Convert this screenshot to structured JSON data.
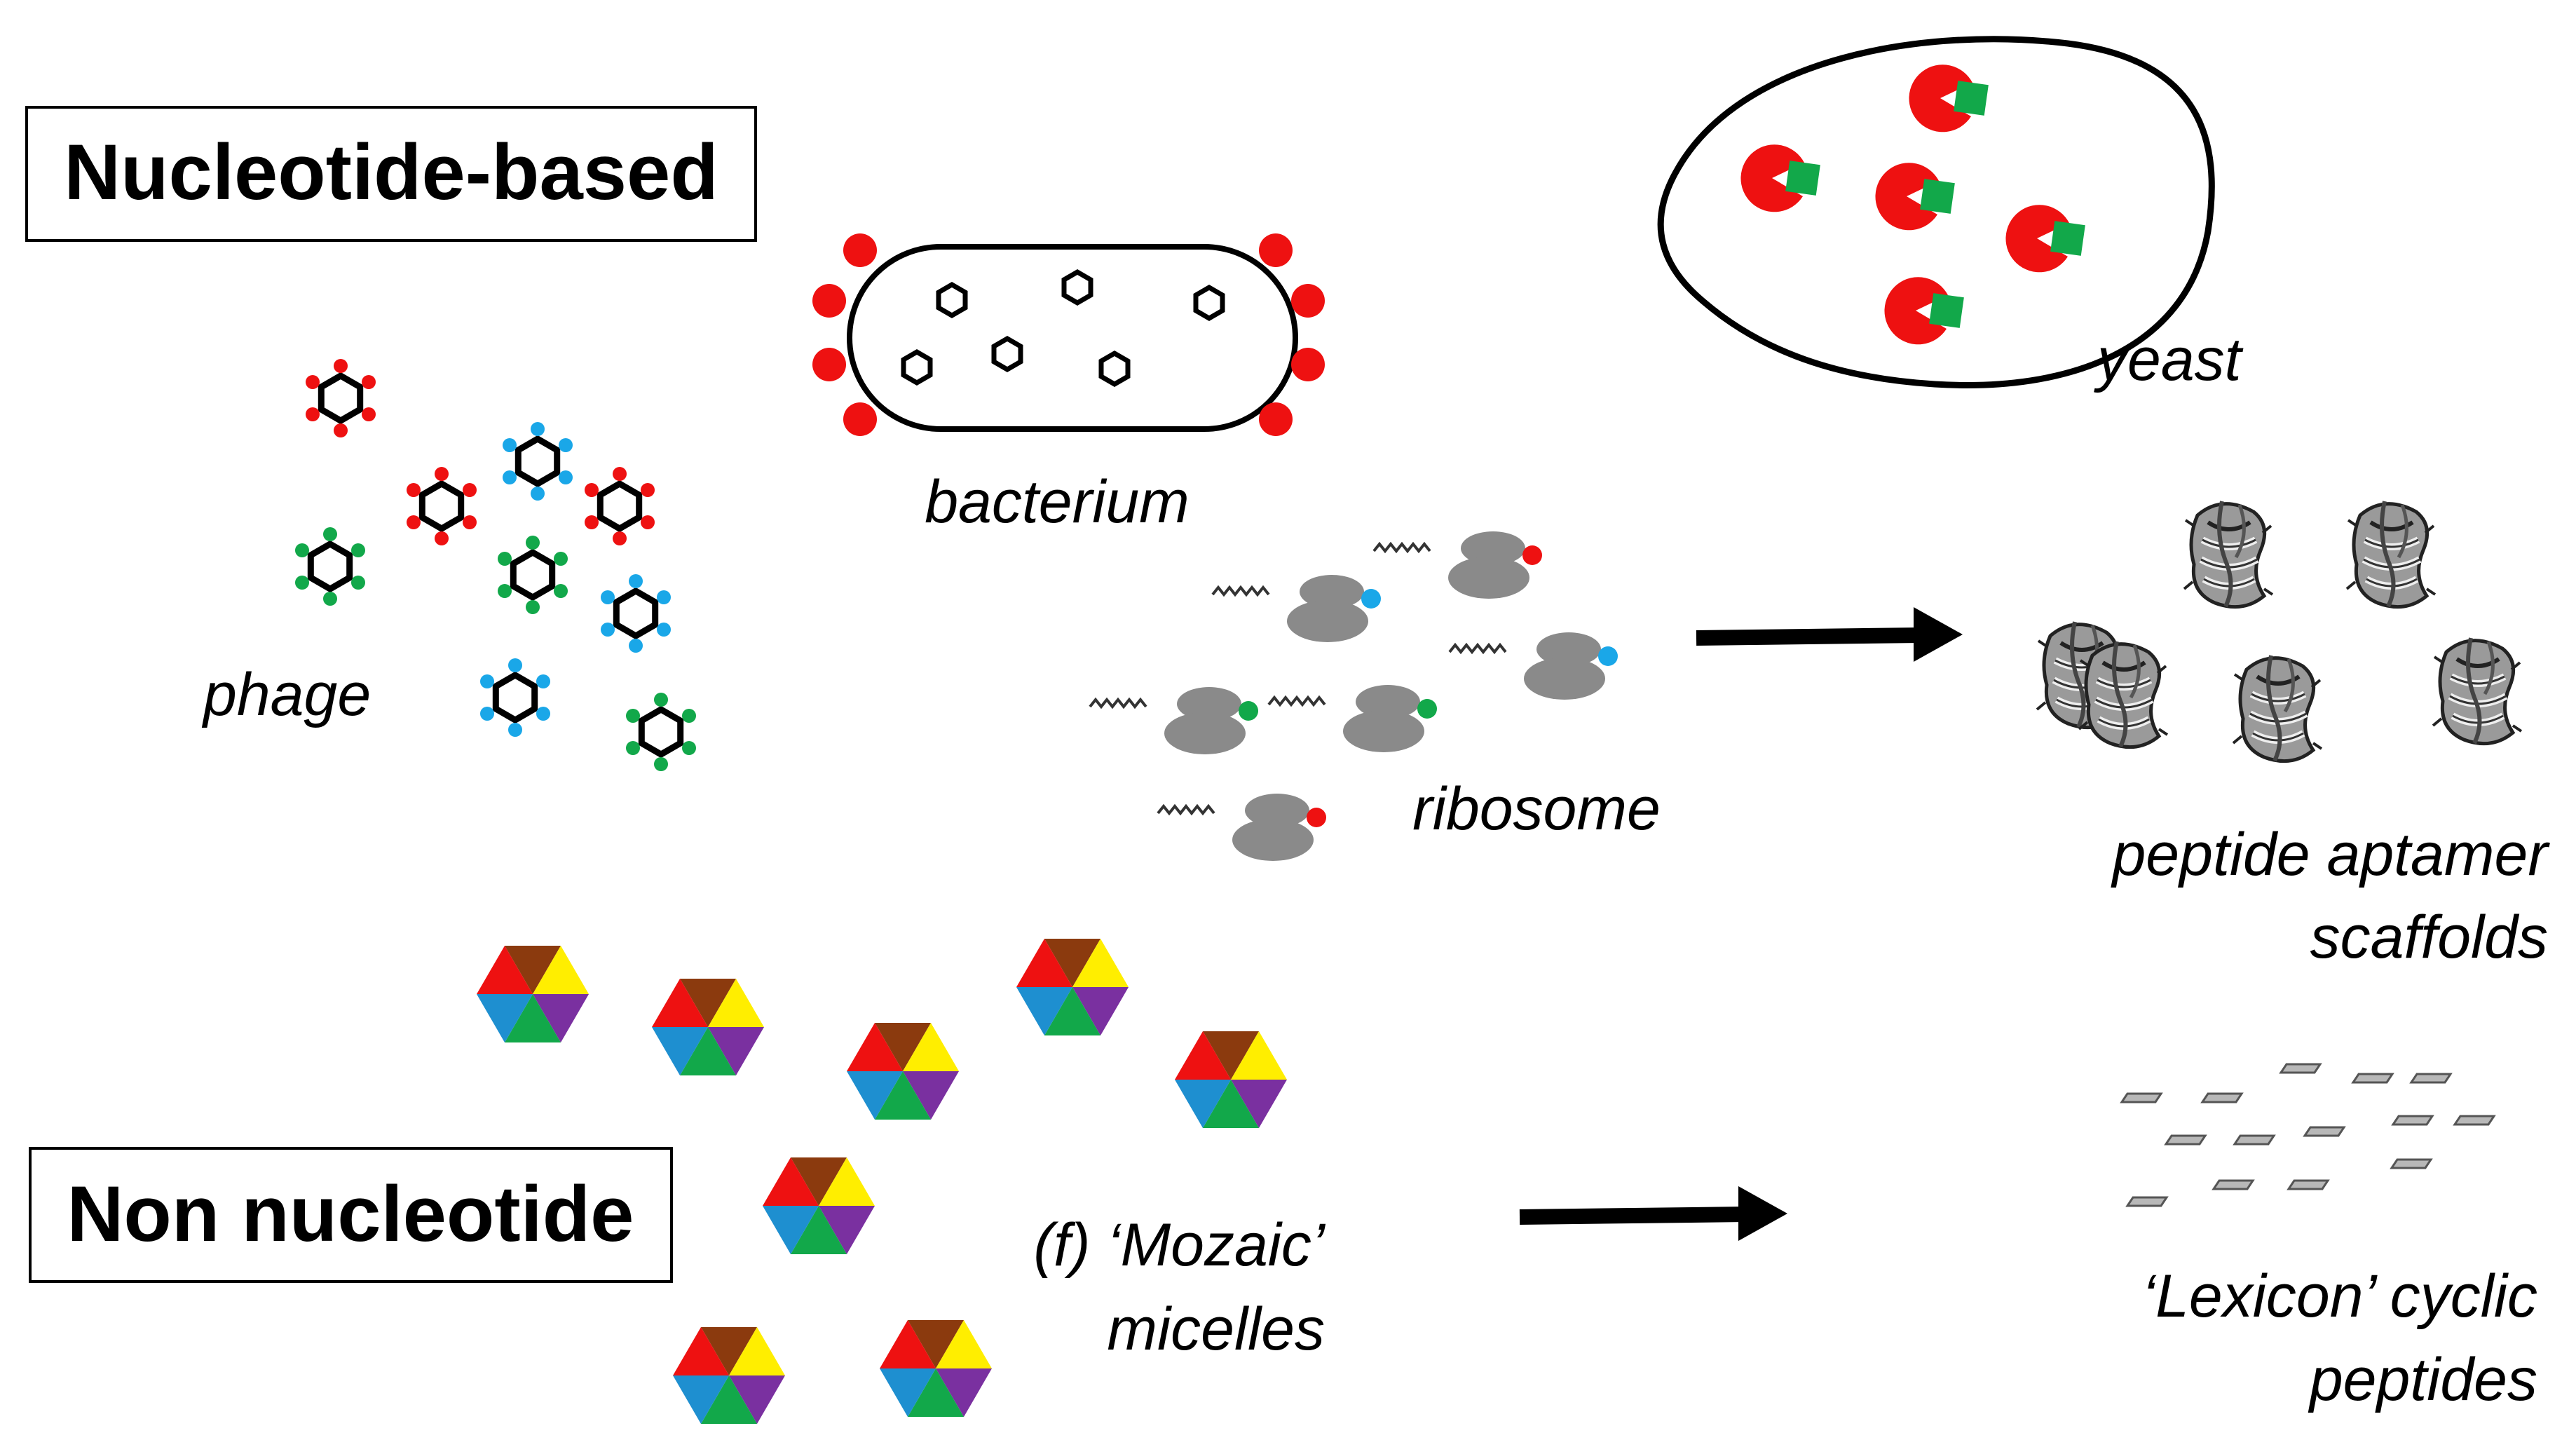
{
  "boxes": {
    "nucleotide": "Nucleotide-based",
    "non_nucleotide": "Non nucleotide"
  },
  "labels": {
    "phage": "phage",
    "bacterium": "bacterium",
    "yeast": "yeast",
    "ribosome": "ribosome",
    "peptide_line1": "peptide aptamer",
    "peptide_line2": "scaffolds",
    "mozaic_line1": "(f) ‘Mozaic’",
    "mozaic_line2": "micelles",
    "lexicon_line1": "‘Lexicon’ cyclic",
    "lexicon_line2": "peptides"
  },
  "colors": {
    "red": "#ee1111",
    "blue": "#1aa7e8",
    "green": "#12a84a",
    "brown": "#8b3a0e",
    "yellow": "#ffee00",
    "purple": "#7a30a0",
    "mosaic_blue": "#1e8fd0",
    "gray": "#8a8a8a",
    "black": "#000000"
  },
  "icons": [
    "phage-icon",
    "bacterium-icon",
    "yeast-cell-icon",
    "ribosome-icon",
    "peptide-scaffold-icon",
    "mozaic-micelle-icon",
    "cyclic-peptide-icon",
    "arrow-icon"
  ]
}
